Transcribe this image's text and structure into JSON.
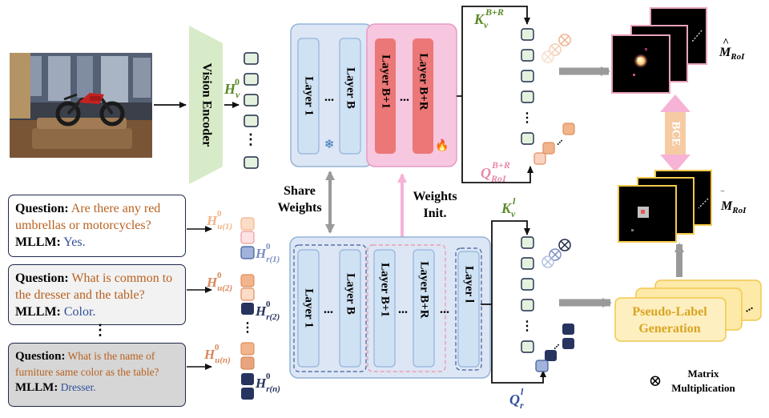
{
  "labels": {
    "vision_encoder": "Vision Encoder",
    "layer_1": "Layer 1",
    "layer_b": "Layer B",
    "layer_b1": "Layer B+1",
    "layer_br": "Layer B+R",
    "layer_l": "Layer l",
    "ellipsis": "...",
    "vdots": "⋮",
    "share_weights_1": "Share",
    "share_weights_2": "Weights",
    "weights_init_1": "Weights",
    "weights_init_2": "Init.",
    "pseudo_label_1": "Pseudo-Label",
    "pseudo_label_2": "Generation",
    "bce": "BCE",
    "matrix_mult_1": "Matrix",
    "matrix_mult_2": "Multiplication",
    "snowflake": "❄",
    "fire": "🔥",
    "otimes": "⊗"
  },
  "math": {
    "hv0": {
      "base": "H",
      "sub": "v",
      "sup": "0"
    },
    "hu1": {
      "base": "H",
      "sub": "u(1)",
      "sup": "0"
    },
    "hr1": {
      "base": "H",
      "sub": "r(1)",
      "sup": "0"
    },
    "hu2": {
      "base": "H",
      "sub": "u(2)",
      "sup": "0"
    },
    "hr2": {
      "base": "H",
      "sub": "r(2)",
      "sup": "0"
    },
    "hun": {
      "base": "H",
      "sub": "u(n)",
      "sup": "0"
    },
    "hrn": {
      "base": "H",
      "sub": "r(n)",
      "sup": "0"
    },
    "kvbr": {
      "base": "K",
      "sub": "v",
      "sup": "B+R"
    },
    "qroi": {
      "base": "Q",
      "sub": "RoI",
      "sup": "B+R"
    },
    "kvl": {
      "base": "K",
      "sub": "v",
      "sup": "l"
    },
    "qrl": {
      "base": "Q",
      "sub": "r",
      "sup": "l"
    },
    "mhat": {
      "base": "M",
      "accent": "^",
      "sub": "RoI"
    },
    "mbar": {
      "base": "M",
      "accent": "‾",
      "sub": "RoI"
    }
  },
  "qa": [
    {
      "q_key": "Question:",
      "question": "Are there any red umbrellas or motorcycles?",
      "a_key": "MLLM:",
      "answer": "Yes."
    },
    {
      "q_key": "Question:",
      "question": "What is common to the dresser and the table?",
      "a_key": "MLLM:",
      "answer": "Color."
    },
    {
      "q_key": "Question:",
      "question": "What is the name of furniture same color as the table?",
      "a_key": "MLLM:",
      "answer": "Dresser."
    }
  ],
  "qa_vdots": "⋮",
  "colors": {
    "navy": "#1e2a4a",
    "green_token": "#e4f1de",
    "encoder": "#d8ebc8",
    "blue_panel": "#dce6f5",
    "blue_layer": "#cfe2f4",
    "pink_panel": "#f6c7df",
    "red_layer": "#ec7777",
    "orange_token": "#f2b48a",
    "dark_token": "#26345f",
    "pseudo_label": "#fde9a8",
    "pseudo_text": "#d9a422"
  }
}
